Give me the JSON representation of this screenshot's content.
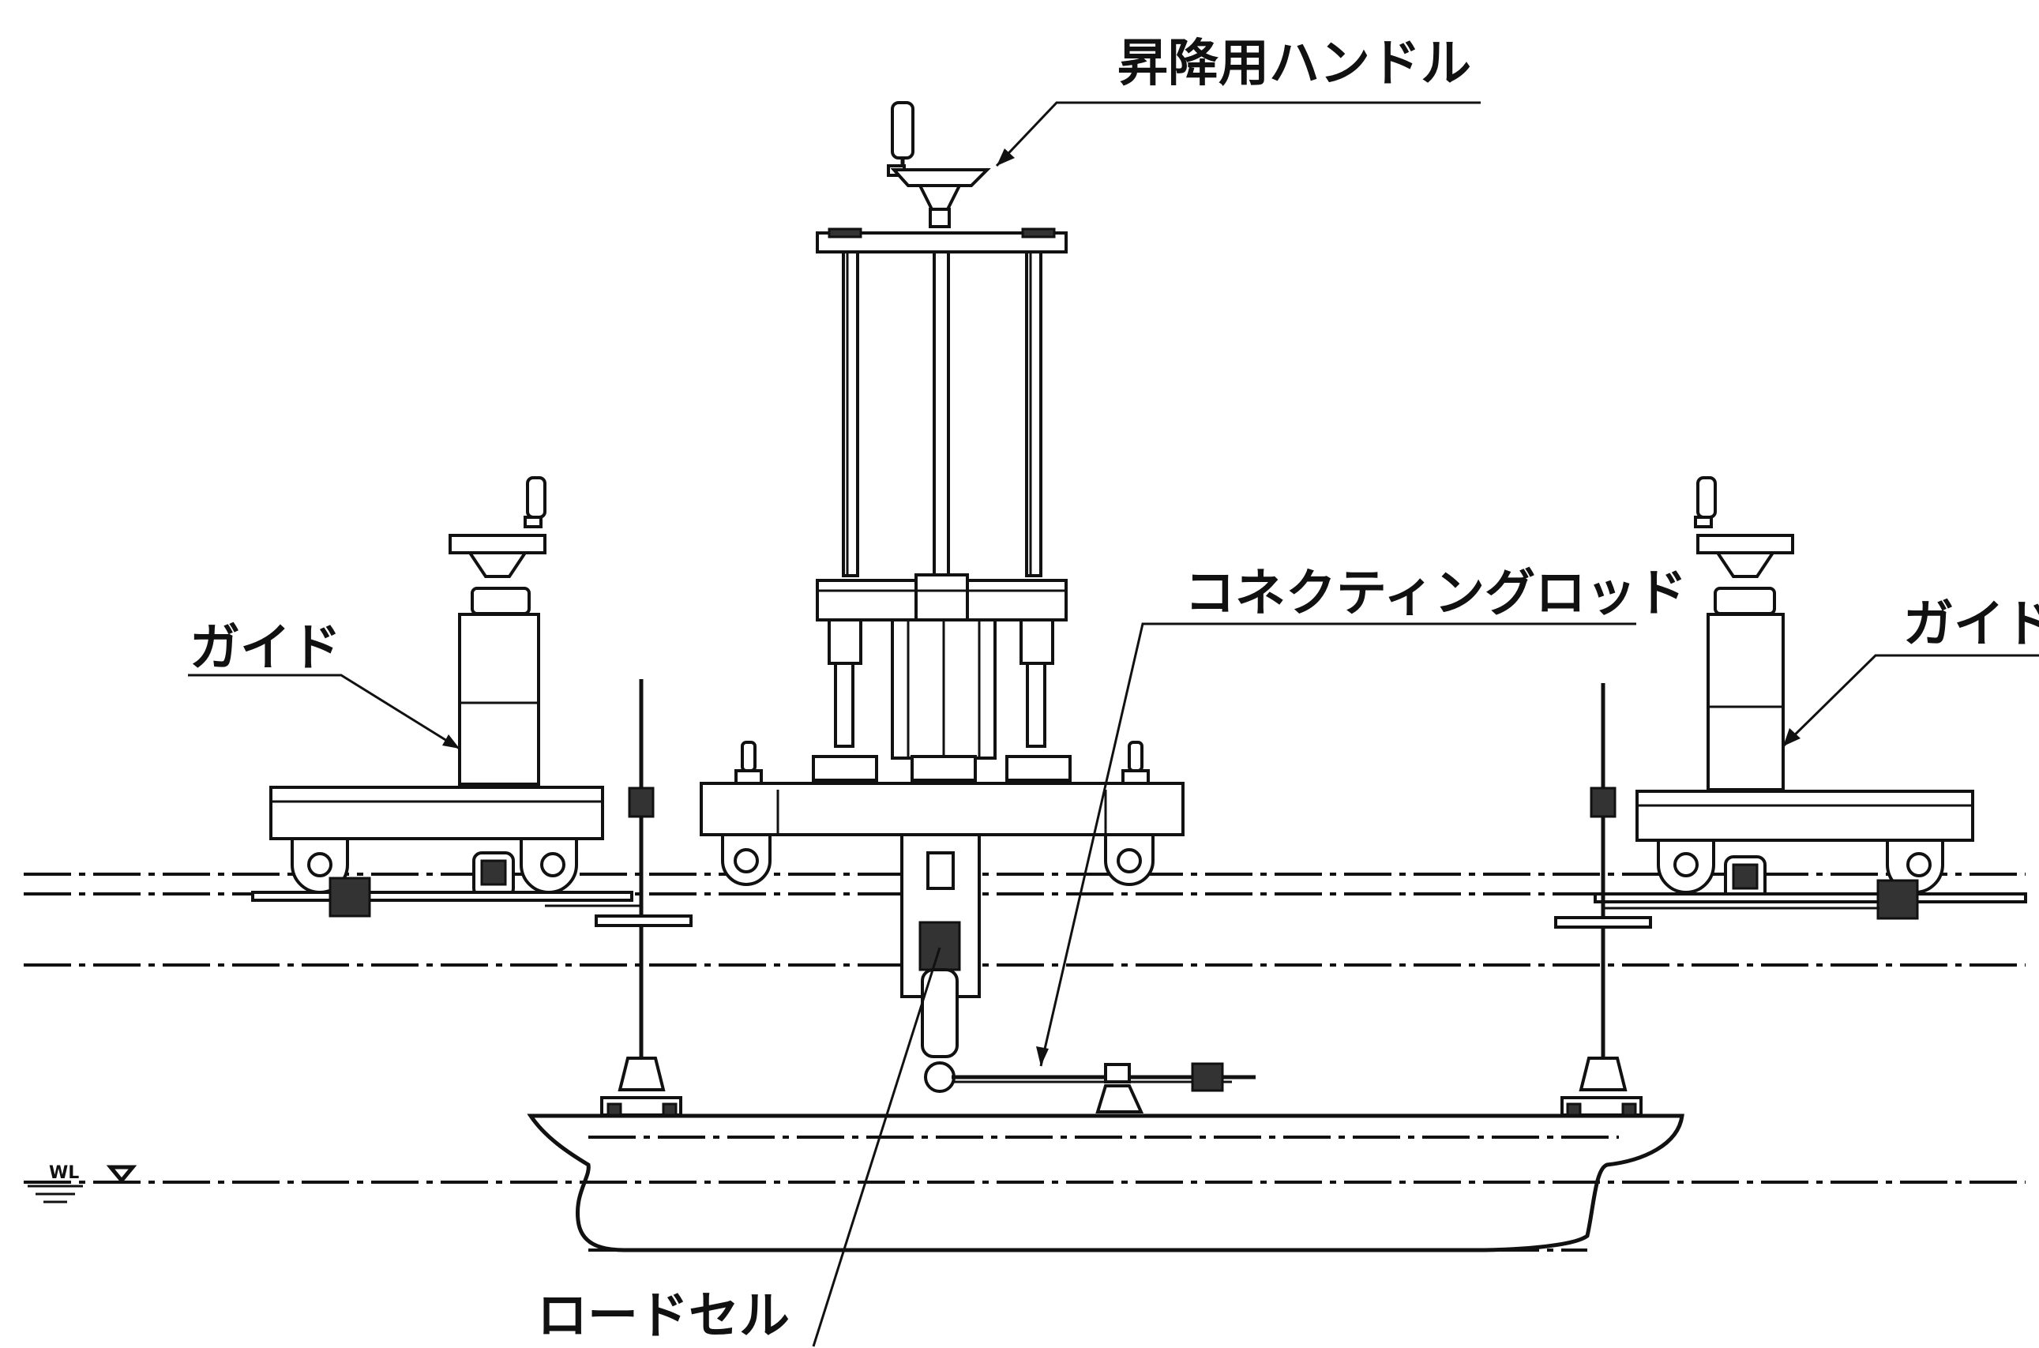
{
  "labels": {
    "lift_handle": "昇降用ハンドル",
    "guide_left": "ガイド",
    "guide_right": "ガイド",
    "connecting_rod": "コネクティングロッド",
    "load_cell": "ロードセル",
    "water_level": "WL"
  }
}
